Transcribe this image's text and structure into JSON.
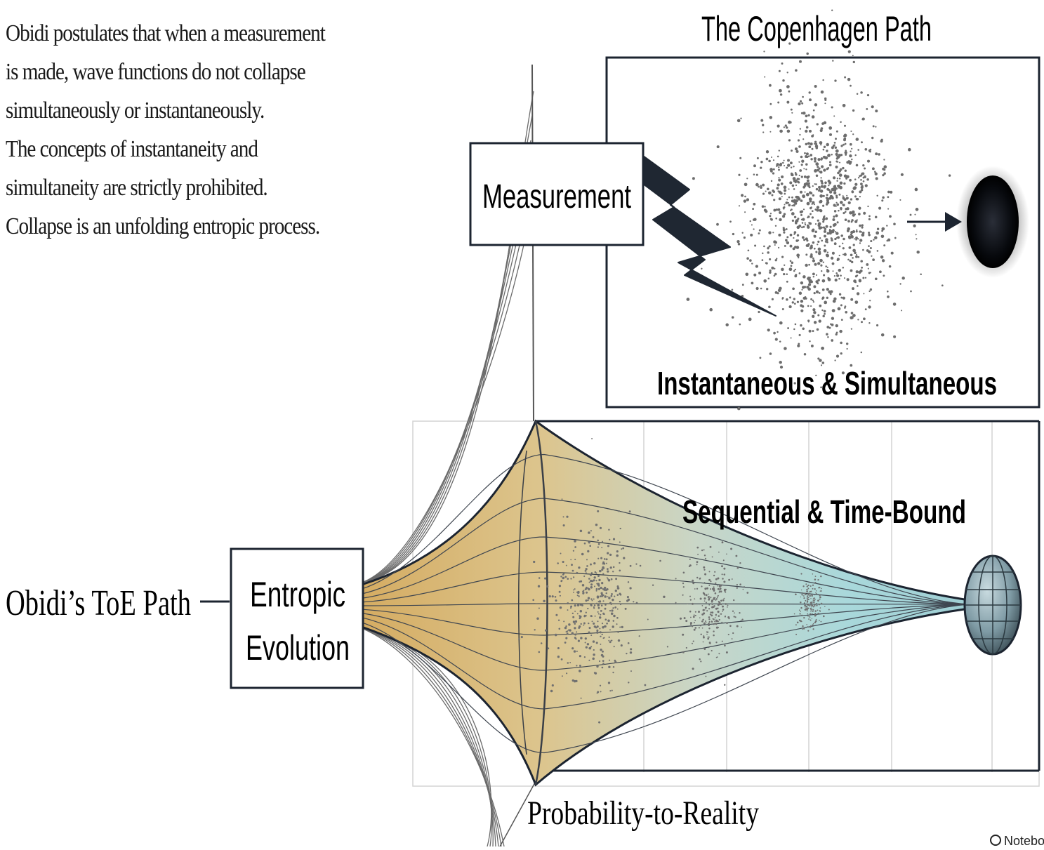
{
  "intro_text": {
    "lines": [
      "Obidi postulates that when a measurement",
      "is made, wave functions do not collapse",
      "simultaneously or instantaneously.",
      "The concepts of instantaneity and",
      "simultaneity are strictly prohibited.",
      "Collapse is an unfolding entropic process."
    ]
  },
  "copenhagen": {
    "title": "The Copenhagen Path",
    "measurement_label": "Measurement",
    "caption": "Instantaneous & Simultaneous"
  },
  "obidi": {
    "path_label": "Obidi’s ToE Path",
    "evolution_label_line1": "Entropic",
    "evolution_label_line2": "Evolution",
    "caption": "Sequential & Time-Bound",
    "bottom_label": "Probability-to-Reality"
  },
  "watermark": "Notebo",
  "colors": {
    "ink": "#1c2430",
    "funnel_warm": "#d7b874",
    "funnel_cool": "#a9d7da",
    "particle": "#6d6d6d",
    "dark_sphere": "#0b0d12",
    "globe": "#7d99a3"
  },
  "icons": [
    "lightning-bolt-icon",
    "arrow-right-icon",
    "collapsed-particle-icon",
    "globe-icon",
    "notebook-logo-icon"
  ]
}
